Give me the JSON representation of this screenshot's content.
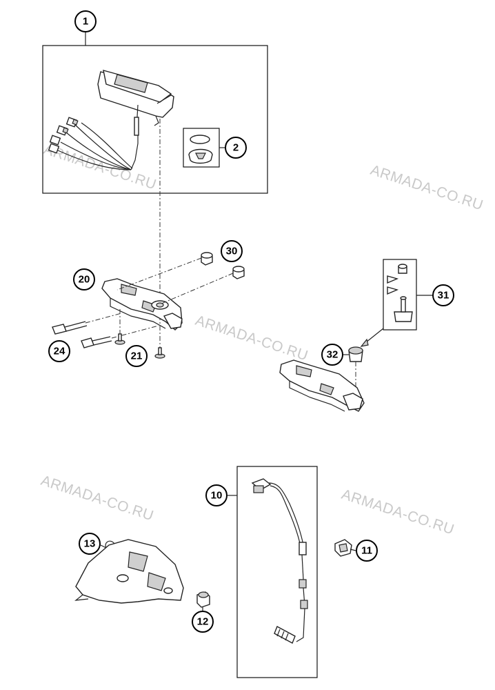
{
  "callouts": {
    "c1": "1",
    "c2": "2",
    "c20": "20",
    "c30": "30",
    "c24": "24",
    "c21": "21",
    "c31": "31",
    "c32": "32",
    "c10": "10",
    "c13": "13",
    "c11": "11",
    "c12": "12"
  },
  "watermarks": [
    "ARMADA-CO.RU",
    "ARMADA-CO.RU",
    "ARMADA-CO.RU",
    "ARMADA-CO.RU",
    "ARMADA-CO.RU"
  ]
}
